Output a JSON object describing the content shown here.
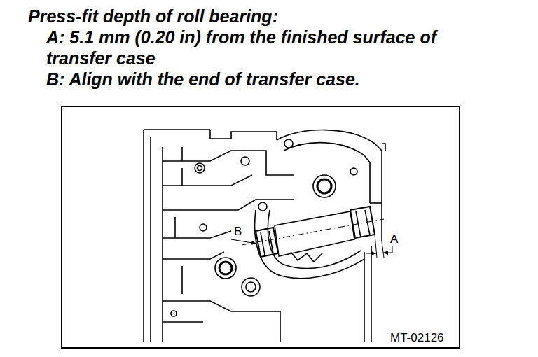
{
  "diagram": {
    "title": "Press-fit depth of roll bearing:",
    "labels": [
      "A: 5.1 mm (0.20 in) from the finished surface of transfer case",
      "B: Align with the end of transfer case.",
      "B",
      "A",
      "MT-02126"
    ]
  }
}
